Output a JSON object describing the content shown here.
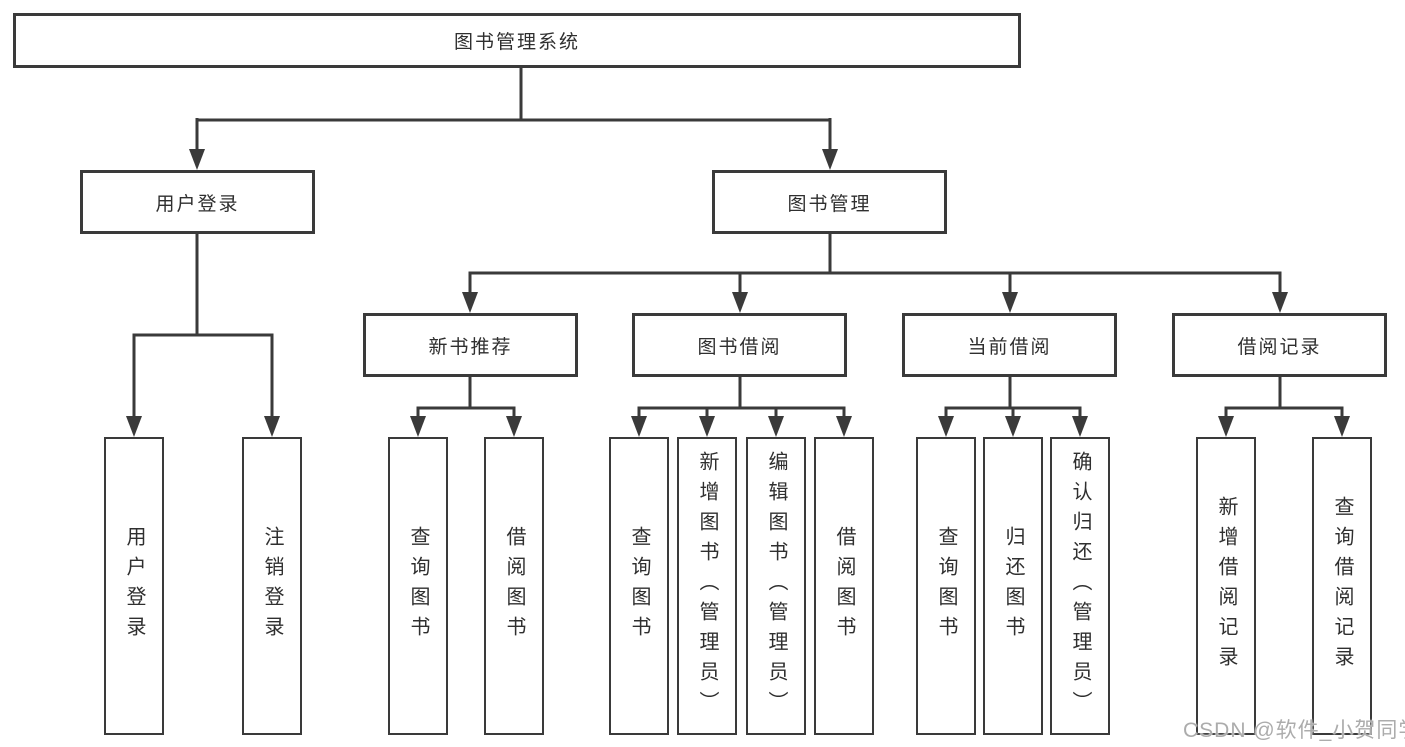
{
  "page": {
    "watermark": "CSDN @软件_小贺同学",
    "background_color": "#ffffff"
  },
  "diagram": {
    "type": "tree",
    "colors": {
      "line": "#3a3a3a",
      "box_border": "#3a3a3a",
      "box_fill": "#ffffff",
      "text": "#2f2f2f",
      "watermark": "#acacac"
    },
    "root": {
      "label": "图书管理系统"
    },
    "level2": [
      {
        "label": "用户登录"
      },
      {
        "label": "图书管理"
      }
    ],
    "level3": [
      {
        "label": "新书推荐",
        "parent": "图书管理"
      },
      {
        "label": "图书借阅",
        "parent": "图书管理"
      },
      {
        "label": "当前借阅",
        "parent": "图书管理"
      },
      {
        "label": "借阅记录",
        "parent": "图书管理"
      }
    ],
    "leaves": [
      {
        "label": "用户登录",
        "parent": "用户登录"
      },
      {
        "label": "注销登录",
        "parent": "用户登录"
      },
      {
        "label": "查询图书",
        "parent": "新书推荐"
      },
      {
        "label": "借阅图书",
        "parent": "新书推荐"
      },
      {
        "label": "查询图书",
        "parent": "图书借阅"
      },
      {
        "label": "新增图书（管理员）",
        "parent": "图书借阅"
      },
      {
        "label": "编辑图书（管理员）",
        "parent": "图书借阅"
      },
      {
        "label": "借阅图书",
        "parent": "图书借阅"
      },
      {
        "label": "查询图书",
        "parent": "当前借阅"
      },
      {
        "label": "归还图书",
        "parent": "当前借阅"
      },
      {
        "label": "确认归还（管理员）",
        "parent": "当前借阅"
      },
      {
        "label": "新增借阅记录",
        "parent": "借阅记录"
      },
      {
        "label": "查询借阅记录",
        "parent": "借阅记录"
      }
    ]
  }
}
